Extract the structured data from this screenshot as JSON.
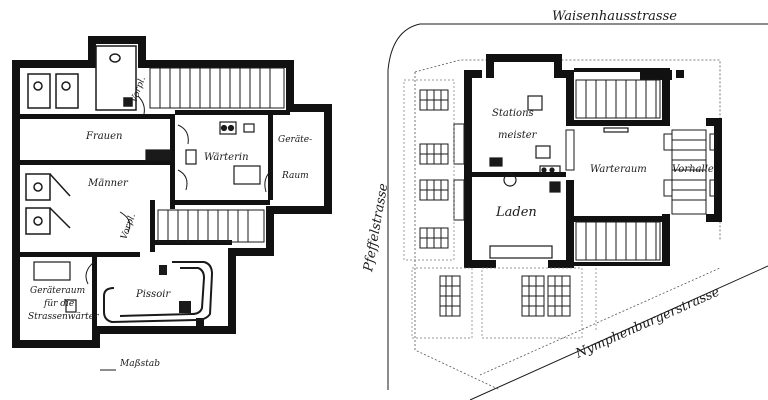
{
  "streets": {
    "top": "Waisenhausstrasse",
    "left": "Pfeffelstrasse",
    "bottom": "Nymphenburgerstrasse"
  },
  "rooms_left": {
    "frauen": "Frauen",
    "vorpl_top": "Vorpl.",
    "waerterin": "Wärterin",
    "geraete_1": "Geräte-",
    "geraete_2": "Raum",
    "maenner": "Männer",
    "vorpl_mid": "Vorpl.",
    "pissoir": "Pissoir",
    "geraeteraum_1": "Geräteraum",
    "geraeteraum_2": "für die",
    "geraeteraum_3": "Strassenwärter"
  },
  "rooms_right": {
    "stations_1": "Stations",
    "stations_2": "meister",
    "laden": "Laden",
    "warteraum": "Warteraum",
    "vorhalle": "Vorhalle"
  },
  "scale_label": "Maßstab",
  "colors": {
    "ink": "#1a1a1a",
    "wall": "#111111",
    "paper": "#ffffff"
  }
}
